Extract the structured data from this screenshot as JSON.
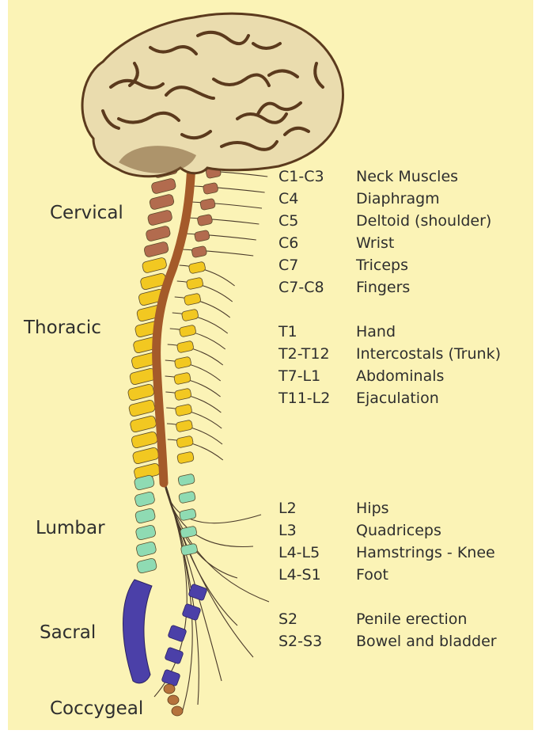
{
  "regions": [
    {
      "name": "Cervical"
    },
    {
      "name": "Thoracic"
    },
    {
      "name": "Lumbar"
    },
    {
      "name": "Sacral"
    },
    {
      "name": "Coccygeal"
    }
  ],
  "innervation": [
    {
      "code": "C1-C3",
      "function": "Neck Muscles"
    },
    {
      "code": "C4",
      "function": "Diaphragm"
    },
    {
      "code": "C5",
      "function": "Deltoid (shoulder)"
    },
    {
      "code": "C6",
      "function": "Wrist"
    },
    {
      "code": "C7",
      "function": "Triceps"
    },
    {
      "code": "C7-C8",
      "function": "Fingers"
    },
    {
      "code": "T1",
      "function": "Hand"
    },
    {
      "code": "T2-T12",
      "function": "Intercostals (Trunk)"
    },
    {
      "code": "T7-L1",
      "function": "Abdominals"
    },
    {
      "code": "T11-L2",
      "function": "Ejaculation"
    },
    {
      "code": "L2",
      "function": "Hips"
    },
    {
      "code": "L3",
      "function": "Quadriceps"
    },
    {
      "code": "L4-L5",
      "function": "Hamstrings - Knee"
    },
    {
      "code": "L4-S1",
      "function": "Foot"
    },
    {
      "code": "S2",
      "function": "Penile erection"
    },
    {
      "code": "S2-S3",
      "function": "Bowel and bladder"
    }
  ],
  "colors": {
    "background": "#fbf3b6",
    "brain": "#eadcae",
    "brain_folds": "#5b3a1d",
    "cord": "#a45a2a",
    "cervical_vertebrae": "#b26b4e",
    "thoracic_vertebrae": "#f2c821",
    "lumbar_vertebrae": "#8fdbb3",
    "sacral_vertebrae": "#4b40a8",
    "coccygeal_vertebrae": "#b5733c",
    "nerves": "#4a3a2a",
    "text": "#2e2e2e"
  }
}
